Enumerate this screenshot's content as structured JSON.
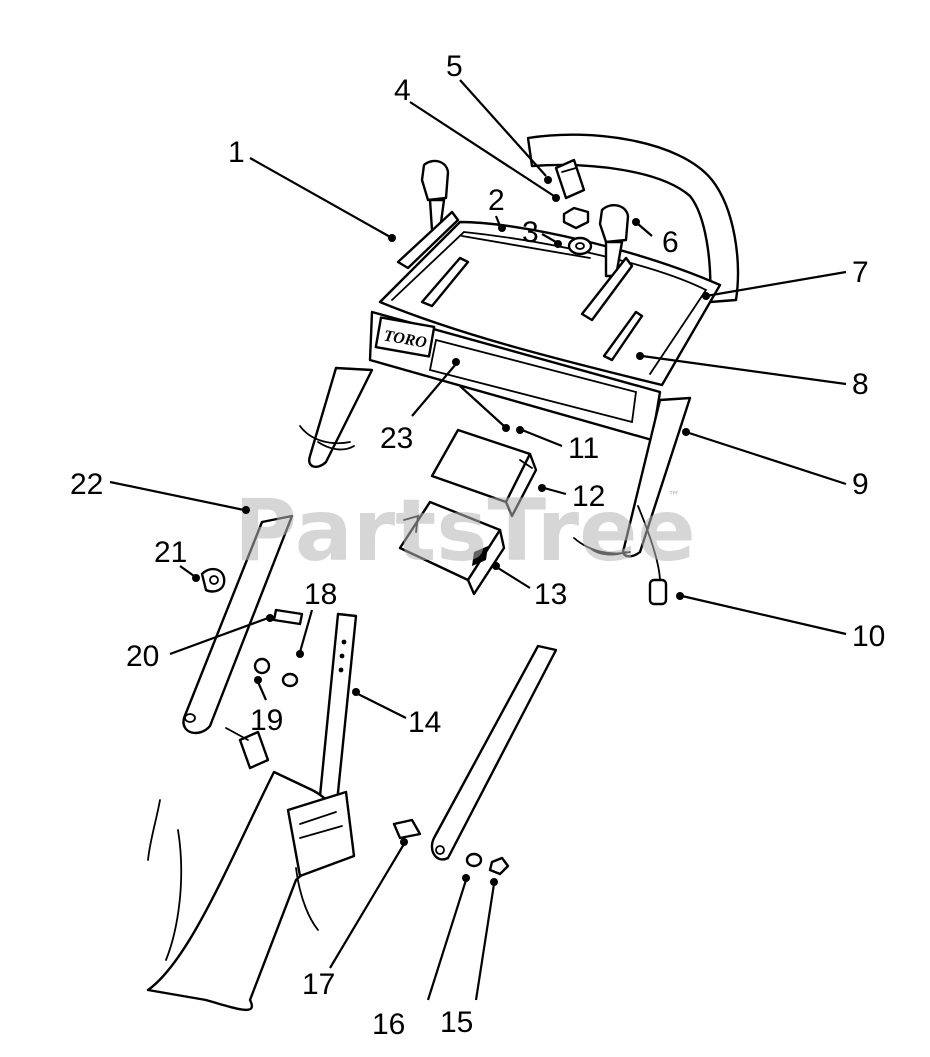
{
  "brand_logo": "TORO",
  "watermark": {
    "text": "PartsTree",
    "trademark": "™"
  },
  "callouts": [
    "1",
    "2",
    "3",
    "4",
    "5",
    "6",
    "7",
    "8",
    "9",
    "10",
    "11",
    "12",
    "13",
    "14",
    "15",
    "16",
    "17",
    "18",
    "19",
    "20",
    "21",
    "22",
    "23"
  ]
}
